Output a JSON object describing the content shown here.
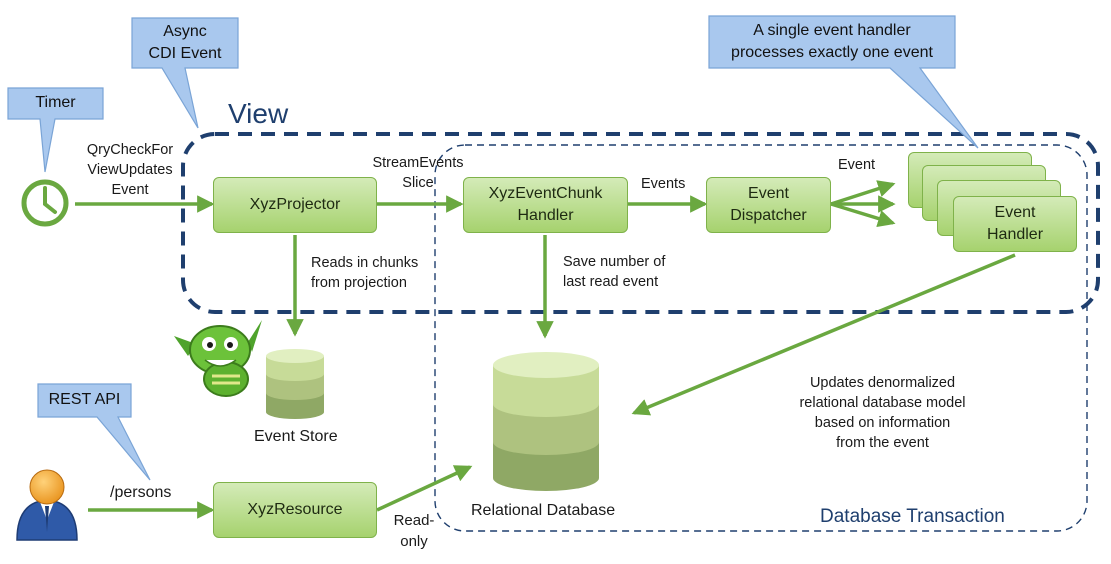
{
  "titles": {
    "view": "View",
    "database_transaction": "Database Transaction"
  },
  "callouts": {
    "timer": "Timer",
    "async_cdi": "Async\nCDI Event",
    "single_handler": "A single event handler\nprocesses exactly one event",
    "rest_api": "REST API"
  },
  "boxes": {
    "projector": "XyzProjector",
    "chunk_handler": "XyzEventChunk\nHandler",
    "dispatcher": "Event\nDispatcher",
    "event_handler": "Event\nHandler",
    "resource": "XyzResource"
  },
  "labels": {
    "qry_check": "QryCheckFor\nViewUpdates\nEvent",
    "stream_events_slice": "StreamEvents\nSlice",
    "events": "Events",
    "event": "Event",
    "reads_in_chunks": "Reads in chunks\nfrom projection",
    "save_number": "Save number of\nlast read event",
    "updates_denormalized": "Updates denormalized\nrelational database model\nbased on information\nfrom the event",
    "persons": "/persons",
    "read_only": "Read-\nonly"
  },
  "stores": {
    "event_store": "Event Store",
    "relational_database": "Relational Database"
  },
  "icons": [
    "clock-icon",
    "monster-mascot-icon",
    "user-icon",
    "cylinder-database-icon"
  ],
  "colors": {
    "arrow": "#6aa840",
    "dashed_view": "#1f3f6e",
    "callout_fill": "#a9c8ee",
    "callout_stroke": "#7aa4d6",
    "box_fill_top": "#d4ebb8",
    "box_fill_bottom": "#a6d26e"
  }
}
